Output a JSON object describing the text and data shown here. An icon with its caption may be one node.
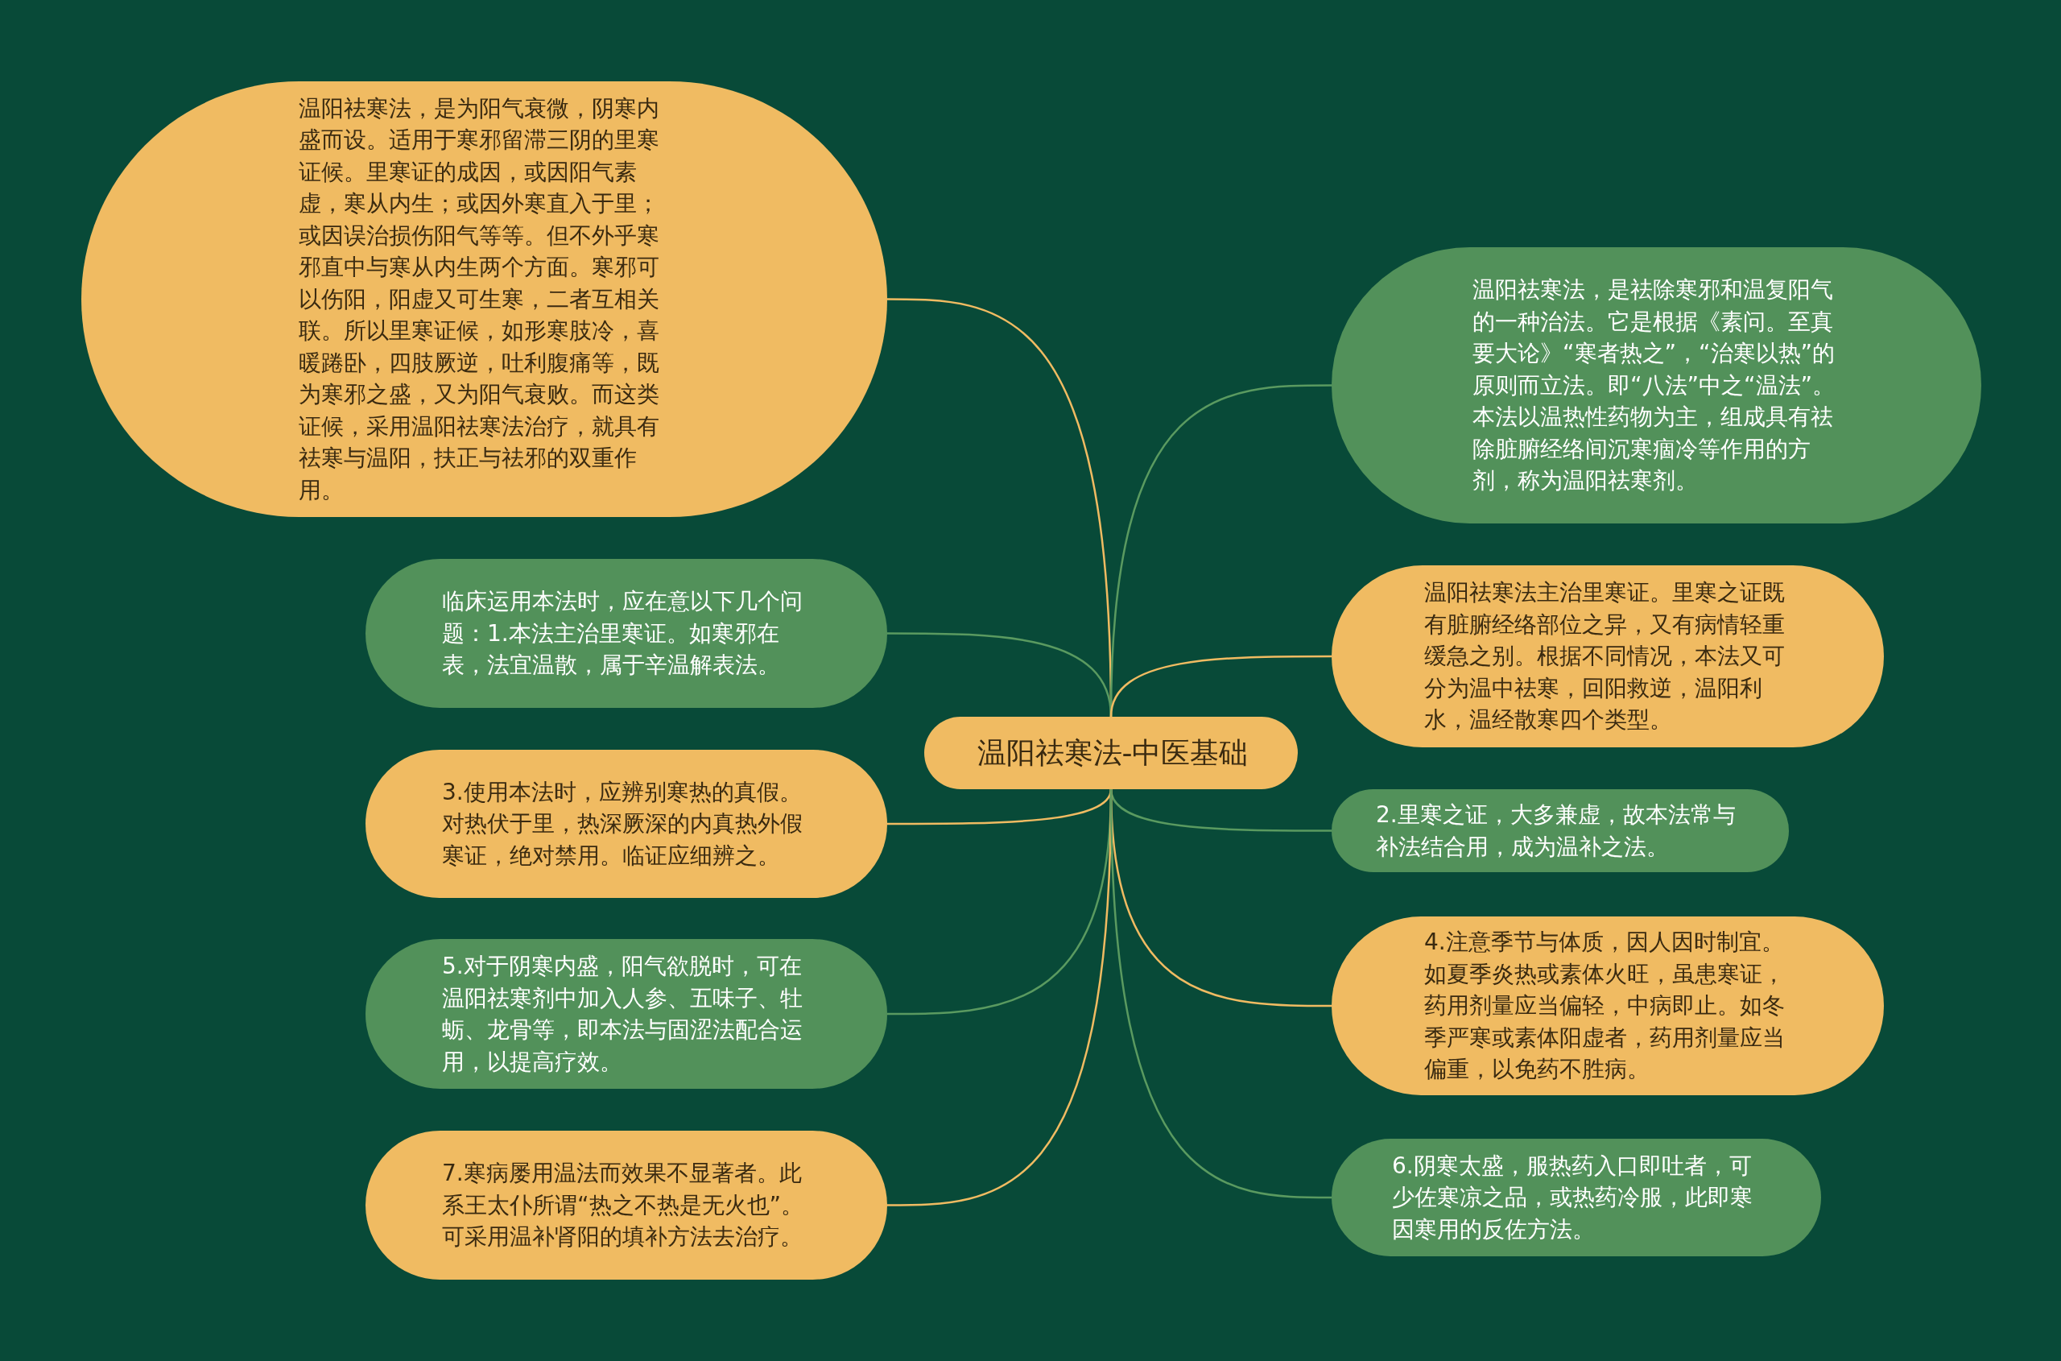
{
  "diagram": {
    "nodes": [
      {
        "text": [
          "温阳祛寒法-中医基础"
        ]
      },
      {
        "text": [
          "温阳祛寒法，是为阳气衰微，阴寒内盛而设。适用于寒邪留滞三阴的里寒证候。里寒证的成因，或因阳气素虚，寒从内生；或因外寒直入于里；或因误治损伤阳气等等。但不外乎寒邪直中与寒从内生两个方面。寒邪可以伤阳，阳虚又可生寒，二者互相关联。所以里寒证候，如形寒肢冷，喜暖踡卧，四肢厥逆，吐利腹痛等，既为寒邪之盛，又为阳气衰败。而这类证候，采用温阳祛寒法治疗，就具有祛寒与温阳，扶正与祛邪的双重作用。"
        ]
      },
      {
        "text": [
          "临床运用本法时，应在意以下几个问题：1.本法主治里寒证。如寒邪在表，法宜温散，属于辛温解表法。"
        ]
      },
      {
        "text": [
          "3.使用本法时，应辨别寒热的真假。对热伏于里，热深厥深的内真热外假寒证，绝对禁用。临证应细辨之。"
        ]
      },
      {
        "text": [
          "5.对于阴寒内盛，阳气欲脱时，可在温阳祛寒剂中加入人参、五味子、牡蛎、龙骨等，即本法与固涩法配合运用，以提高疗效。"
        ]
      },
      {
        "text": [
          "7.寒病屡用温法而效果不显著者。此系王太仆所谓“热之不热是无火也”。可采用温补肾阳的填补方法去治疗。"
        ]
      },
      {
        "text": [
          "温阳祛寒法，是祛除寒邪和温复阳气的一种治法。它是根据《素问。至真要大论》“寒者热之”，“治寒以热”的原则而立法。即“八法”中之“温法”。本法以温热性药物为主，组成具有祛除脏腑经络间沉寒痼冷等作用的方剂，称为温阳祛寒剂。"
        ]
      },
      {
        "text": [
          "温阳祛寒法主治里寒证。里寒之证既有脏腑经络部位之异，又有病情轻重缓急之别。根据不同情况，本法又可分为温中祛寒，回阳救逆，温阳利水，温经散寒四个类型。"
        ]
      },
      {
        "text": [
          "2.里寒之证，大多兼虚，故本法常与补法结合用，成为温补之法。"
        ]
      },
      {
        "text": [
          "4.注意季节与体质，因人因时制宜。如夏季炎热或素体火旺，虽患寒证，药用剂量应当偏轻，中病即止。如冬季严寒或素体阳虚者，药用剂量应当偏重，以免药不胜病。"
        ]
      },
      {
        "text": [
          "6.阴寒太盛，服热药入口即吐者，可少佐寒凉之品，或热药冷服，此即寒因寒用的反佐方法。"
        ]
      }
    ],
    "edges": [
      {
        "from": 0,
        "to": 1,
        "arrow": "none",
        "color": "#f0bb62"
      },
      {
        "from": 0,
        "to": 2,
        "arrow": "none",
        "color": "#5a9a60"
      },
      {
        "from": 0,
        "to": 3,
        "arrow": "none",
        "color": "#f0bb62"
      },
      {
        "from": 0,
        "to": 4,
        "arrow": "none",
        "color": "#5a9a60"
      },
      {
        "from": 0,
        "to": 5,
        "arrow": "none",
        "color": "#f0bb62"
      },
      {
        "from": 0,
        "to": 6,
        "arrow": "none",
        "color": "#5a9a60"
      },
      {
        "from": 0,
        "to": 7,
        "arrow": "none",
        "color": "#f0bb62"
      },
      {
        "from": 0,
        "to": 8,
        "arrow": "none",
        "color": "#5a9a60"
      },
      {
        "from": 0,
        "to": 9,
        "arrow": "none",
        "color": "#f0bb62"
      },
      {
        "from": 0,
        "to": 10,
        "arrow": "none",
        "color": "#5a9a60"
      }
    ]
  }
}
